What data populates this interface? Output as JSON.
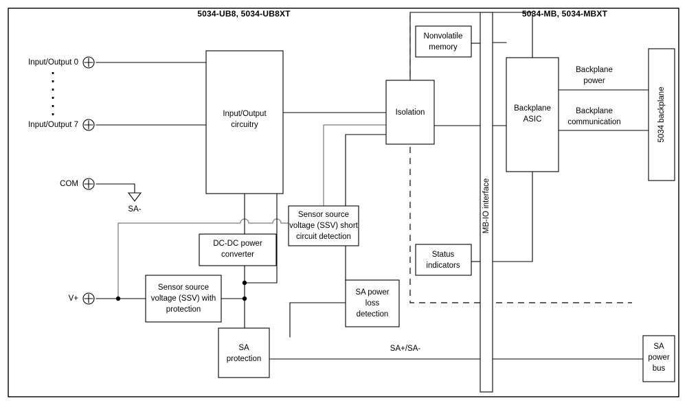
{
  "diagram": {
    "title_left": "5034-UB8, 5034-UB8XT",
    "title_right": "5034-MB, 5034-MBXT",
    "colors": {
      "line": "#000000",
      "gray_line": "#8d8d8d",
      "background": "#ffffff"
    }
  },
  "terminals": [
    {
      "label": "Input/Output 0",
      "name": "io-0"
    },
    {
      "label": "Input/Output 7",
      "name": "io-7"
    },
    {
      "label": "COM",
      "name": "com"
    },
    {
      "label": "V+",
      "name": "vplus"
    }
  ],
  "ground": {
    "label": "SA-"
  },
  "blocks": {
    "io_circuitry": {
      "label_line1": "Input/Output",
      "label_line2": "circuitry"
    },
    "dcdc": {
      "label_line1": "DC-DC power",
      "label_line2": "converter"
    },
    "ssv_protection": {
      "label_line1": "Sensor source",
      "label_line2": "voltage (SSV) with",
      "label_line3": "protection"
    },
    "ssv_short": {
      "label_line1": "Sensor source",
      "label_line2": "voltage (SSV) short",
      "label_line3": "circuit detection"
    },
    "sa_protection": {
      "label_line1": "SA",
      "label_line2": "protection"
    },
    "sa_power_loss": {
      "label_line1": "SA power",
      "label_line2": "loss",
      "label_line3": "detection"
    },
    "isolation": {
      "label": "Isolation"
    },
    "nonvolatile_memory": {
      "label_line1": "Nonvolatile",
      "label_line2": "memory"
    },
    "status_indicators": {
      "label_line1": "Status",
      "label_line2": "indicators"
    },
    "mb_io_interface": {
      "label": "MB-IO interface"
    },
    "backplane_asic": {
      "label_line1": "Backplane",
      "label_line2": "ASIC"
    },
    "backplane": {
      "label": "5034 backplane"
    },
    "sa_power_bus": {
      "label_line1": "SA",
      "label_line2": "power",
      "label_line3": "bus"
    }
  },
  "wire_labels": {
    "backplane_power": {
      "line1": "Backplane",
      "line2": "power"
    },
    "backplane_communication": {
      "line1": "Backplane",
      "line2": "communication"
    },
    "sa_bus": {
      "label": "SA+/SA-"
    }
  }
}
